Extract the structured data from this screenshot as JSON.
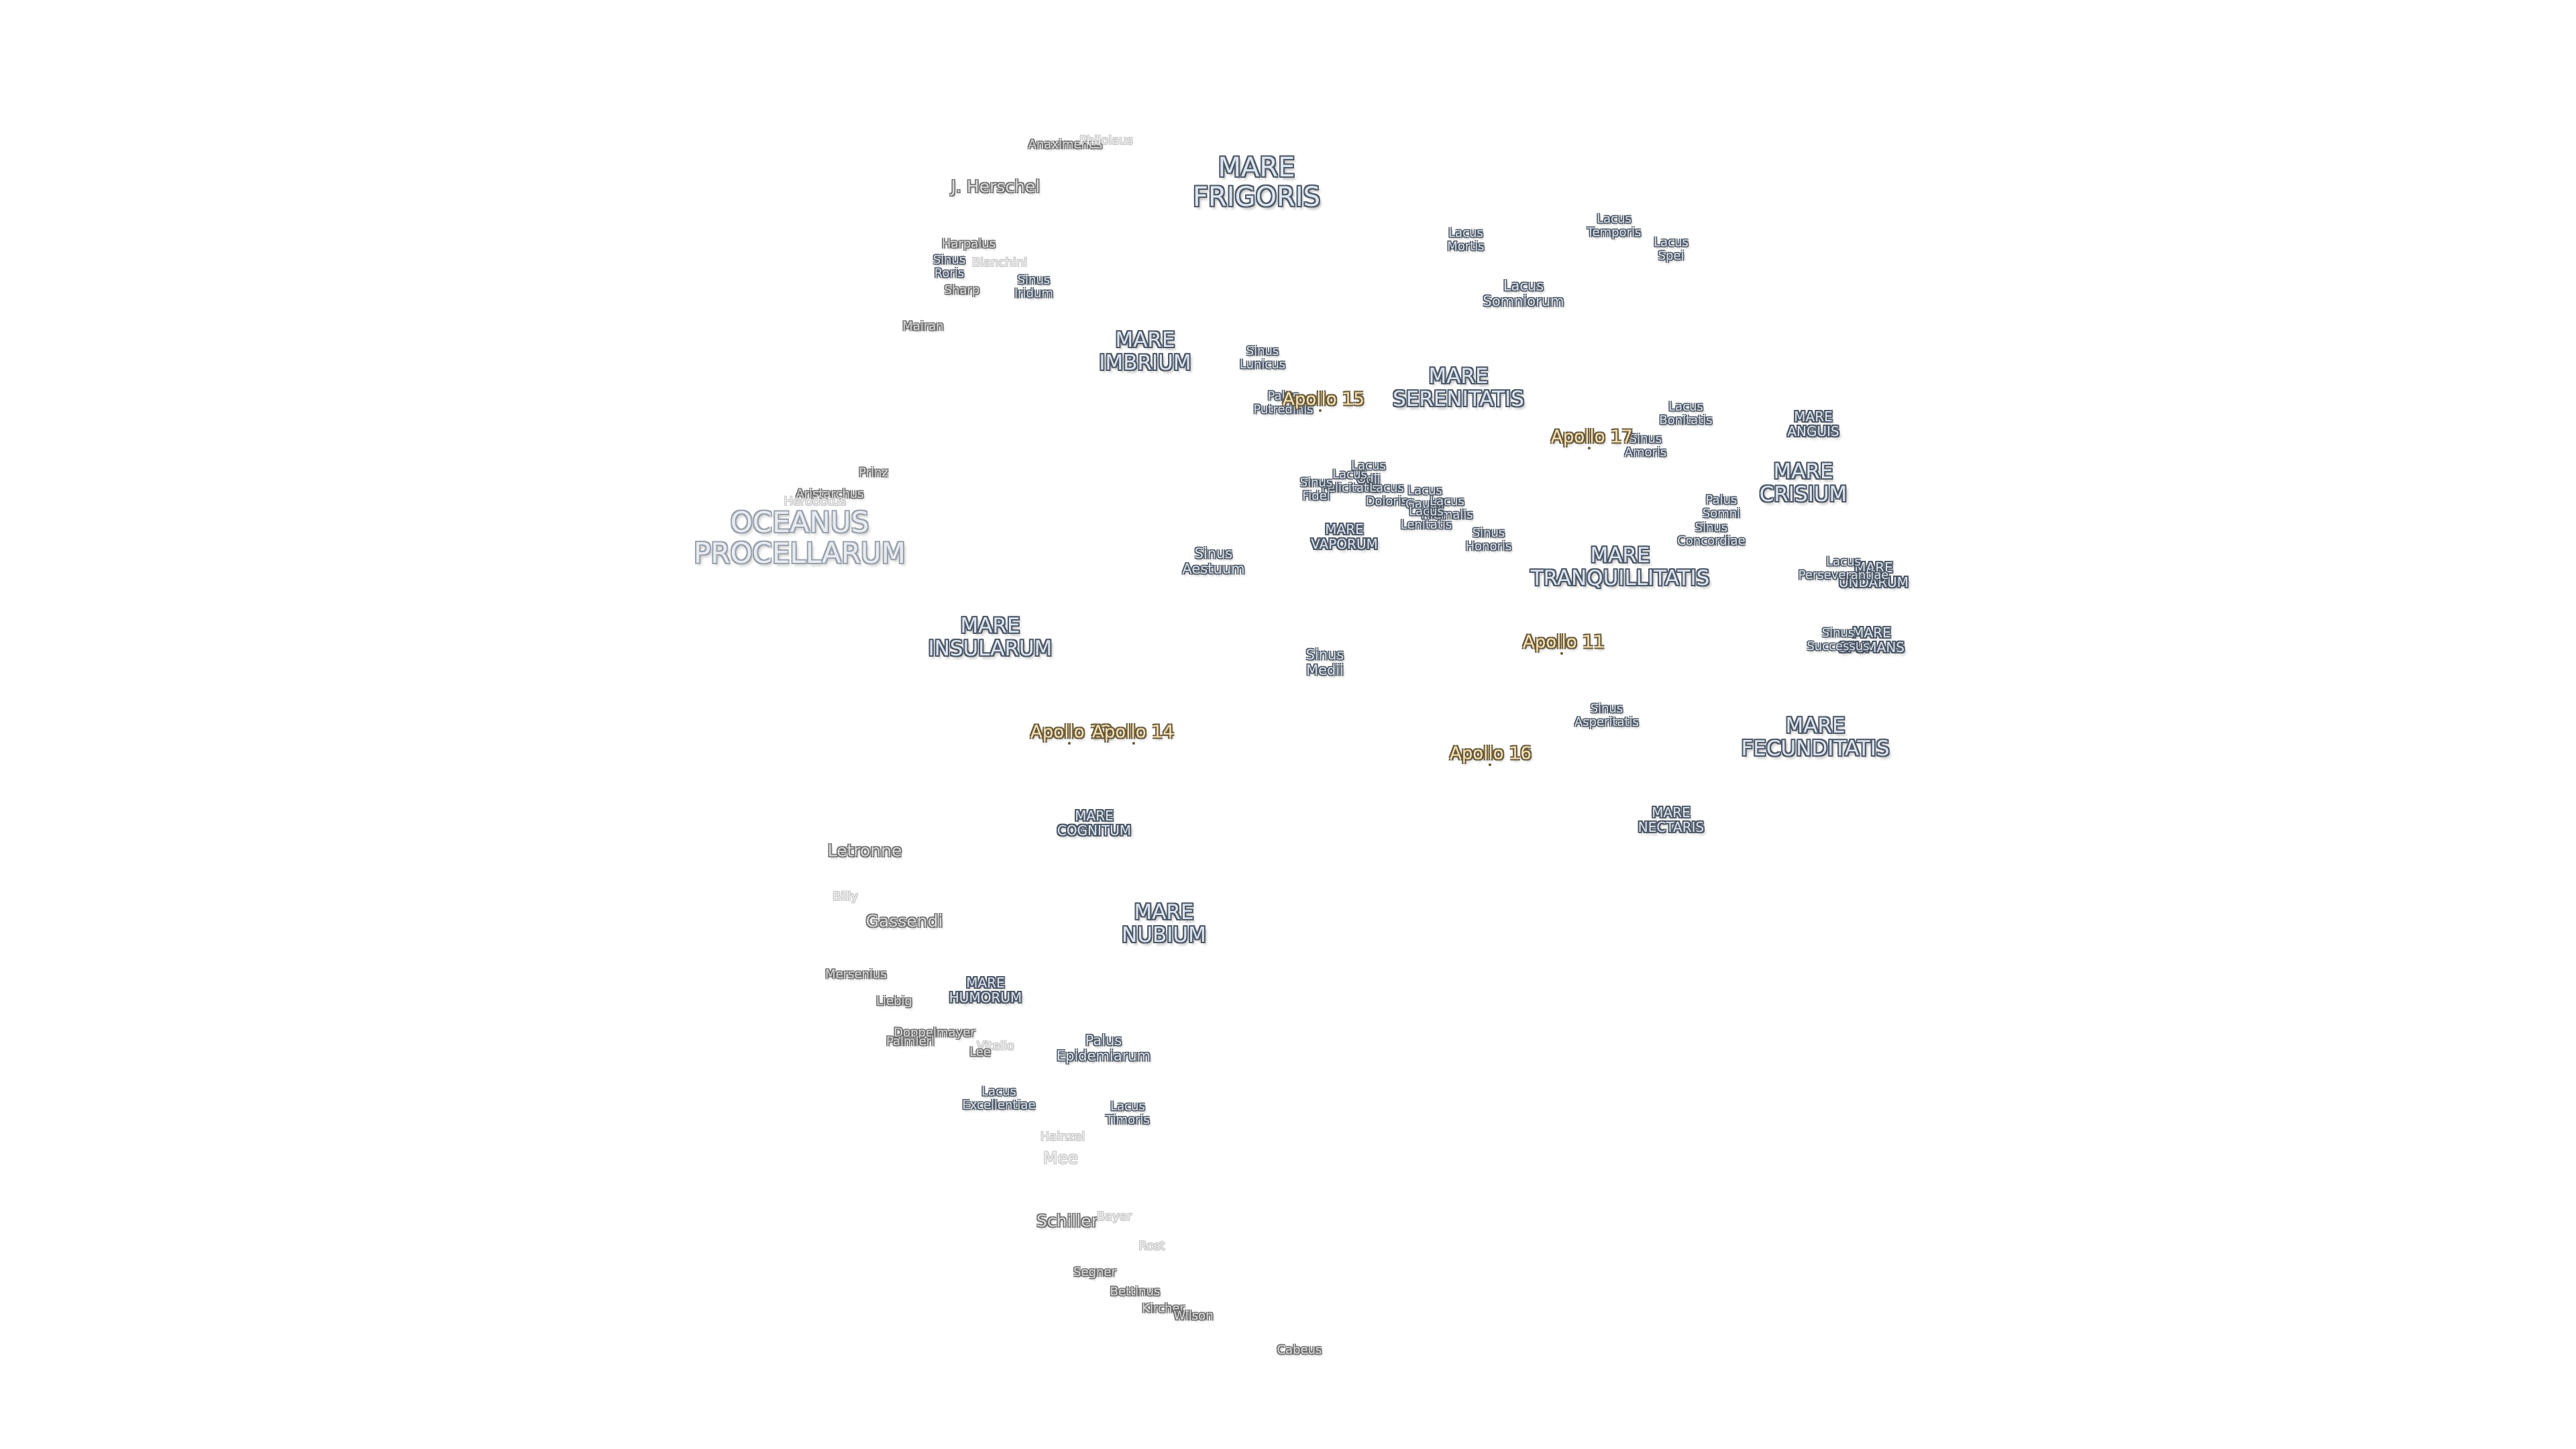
{
  "maria": {
    "frigoris": [
      "MARE",
      "FRIGORIS"
    ],
    "imbrium": [
      "MARE",
      "IMBRIUM"
    ],
    "serenitatis": [
      "MARE",
      "SERENITATIS"
    ],
    "crisium": [
      "MARE",
      "CRISIUM"
    ],
    "anguis": [
      "MARE",
      "ANGUIS"
    ],
    "tranquillitatis": [
      "MARE",
      "TRANQUILLITATIS"
    ],
    "vaporum": [
      "MARE",
      "VAPORUM"
    ],
    "insularum": [
      "MARE",
      "INSULARUM"
    ],
    "fecunditatis": [
      "MARE",
      "FECUNDITATIS"
    ],
    "cognitum": [
      "MARE",
      "COGNITUM"
    ],
    "nectaris": [
      "MARE",
      "NECTARIS"
    ],
    "nubium": [
      "MARE",
      "NUBIUM"
    ],
    "humorum": [
      "MARE",
      "HUMORUM"
    ],
    "undarum": [
      "MARE",
      "UNDARUM"
    ],
    "spumans": [
      "MARE",
      "SPUMANS"
    ],
    "oceanus": [
      "OCEANUS",
      "PROCELLARUM"
    ]
  },
  "features": {
    "lacus_mortis": [
      "Lacus",
      "Mortis"
    ],
    "lacus_temporis": [
      "Lacus",
      "Temporis"
    ],
    "lacus_spei": [
      "Lacus",
      "Spei"
    ],
    "lacus_somniorum": [
      "Lacus",
      "Somniorum"
    ],
    "sinus_roris": [
      "Sinus",
      "Roris"
    ],
    "sinus_iridum": [
      "Sinus",
      "Iridum"
    ],
    "sinus_lunicus": [
      "Sinus",
      "Lunicus"
    ],
    "palus_putredinis": [
      "Palus",
      "Putredinis"
    ],
    "lacus_bonitatis": [
      "Lacus",
      "Bonitatis"
    ],
    "sinus_amoris": [
      "Sinus",
      "Amoris"
    ],
    "lacus_odii": [
      "Lacus",
      "Odii"
    ],
    "lacus_felicitatis": [
      "Lacus",
      "Felicitatis"
    ],
    "sinus_fidei": [
      "Sinus",
      "Fidei"
    ],
    "lacus_doloris": [
      "Lacus",
      "Doloris"
    ],
    "lacus_gaudii": [
      "Lacus",
      "Gaudii"
    ],
    "lacus_hiemalis": [
      "Lacus",
      "Hiemalis"
    ],
    "lacus_lenitatis": [
      "Lacus",
      "Lenitatis"
    ],
    "sinus_honoris": [
      "Sinus",
      "Honoris"
    ],
    "palus_somni": [
      "Palus",
      "Somni"
    ],
    "sinus_concordiae": [
      "Sinus",
      "Concordiae"
    ],
    "sinus_aestuum": [
      "Sinus",
      "Aestuum"
    ],
    "lacus_perseverantiae": [
      "Lacus",
      "Perseverantiae"
    ],
    "sinus_medii": [
      "Sinus",
      "Medii"
    ],
    "sinus_successus": [
      "Sinus",
      "Successus"
    ],
    "sinus_asperitatis": [
      "Sinus",
      "Asperitatis"
    ],
    "palus_epidemiarum": [
      "Palus",
      "Epidemiarum"
    ],
    "lacus_excellentiae": [
      "Lacus",
      "Excellentiae"
    ],
    "lacus_timoris": [
      "Lacus",
      "Timoris"
    ]
  },
  "craters": {
    "anaximenes": "Anaximenes",
    "philolaus": "Philolaus",
    "j_herschel": "J. Herschel",
    "harpalus": "Harpalus",
    "bianchini": "Bianchini",
    "sharp": "Sharp",
    "mairan": "Mairan",
    "prinz": "Prinz",
    "aristarchus": "Aristarchus",
    "herodotus": "Herodotus",
    "letronne": "Letronne",
    "billy": "Billy",
    "gassendi": "Gassendi",
    "mersenius": "Mersenius",
    "liebig": "Liebig",
    "doppelmayer": "Doppelmayer",
    "palmieri": "Palmieri",
    "vitello": "Vitello",
    "lee": "Lee",
    "hainzel": "Hainzel",
    "mee": "Mee",
    "schiller": "Schiller",
    "bayer": "Bayer",
    "rost": "Rost",
    "segner": "Segner",
    "bettinus": "Bettinus",
    "kircher": "Kircher",
    "wilson": "Wilson",
    "cabeus": "Cabeus"
  },
  "apollo": {
    "a15": "Apollo 15",
    "a17": "Apollo 17",
    "a11": "Apollo 11",
    "a12": "Apollo 12",
    "a14": "Apollo 14",
    "a16": "Apollo 16"
  }
}
